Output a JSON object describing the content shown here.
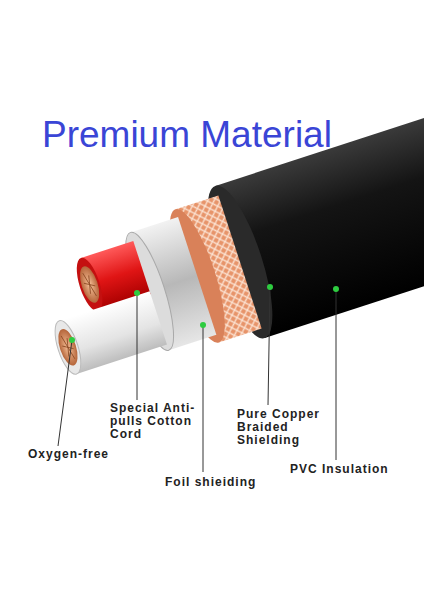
{
  "diagram": {
    "title": "Premium Material",
    "labels": [
      "Special Anti-pulls Cotton Cord",
      "Pure Copper Braided Shielding",
      "Oxygen-free",
      "Foil shieiding",
      "PVC Insulation"
    ]
  }
}
